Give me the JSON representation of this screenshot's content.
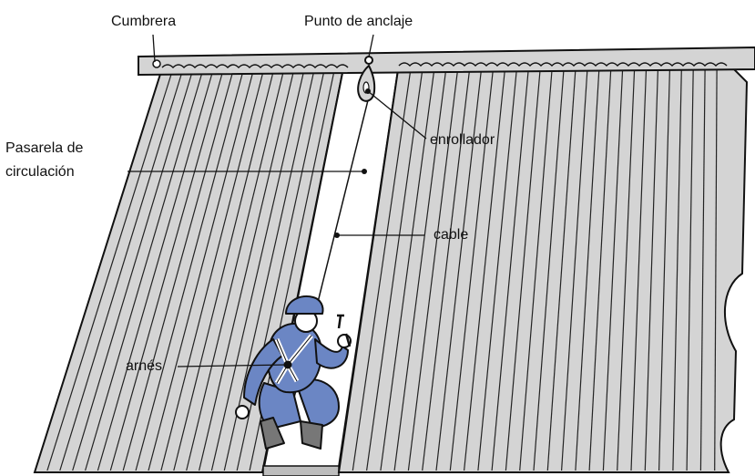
{
  "labels": {
    "ridge": "Cumbrera",
    "anchor_point": "Punto de anclaje",
    "walkway_line1": "Pasarela de",
    "walkway_line2": "circulación",
    "retractor": "enrollador",
    "cable": "cable",
    "harness": "arnés"
  },
  "colors": {
    "roof_panel": "#d4d4d4",
    "corrugation_line": "#222222",
    "walkway": "#ffffff",
    "worker_suit": "#6b86c4",
    "worker_boots": "#777777",
    "outline": "#111111"
  }
}
